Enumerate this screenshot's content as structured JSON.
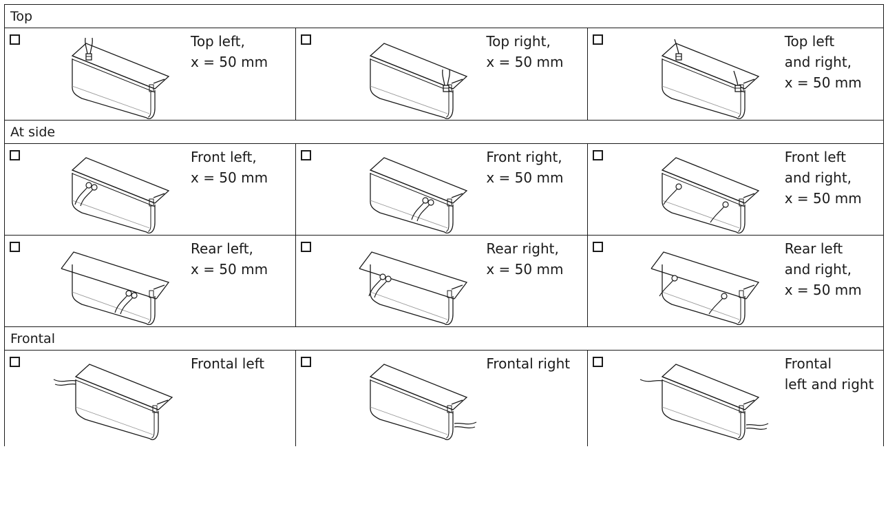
{
  "sections": [
    {
      "title": "Top",
      "rows": [
        [
          {
            "label": "Top left,\nx = 50 mm",
            "variant": "top-left"
          },
          {
            "label": "Top right,\nx = 50 mm",
            "variant": "top-right"
          },
          {
            "label": "Top left\nand right,\nx = 50 mm",
            "variant": "top-both"
          }
        ]
      ]
    },
    {
      "title": "At side",
      "rows": [
        [
          {
            "label": "Front left,\nx = 50 mm",
            "variant": "front-left"
          },
          {
            "label": "Front right,\nx = 50 mm",
            "variant": "front-right"
          },
          {
            "label": "Front left\nand right,\nx = 50 mm",
            "variant": "front-both"
          }
        ],
        [
          {
            "label": "Rear left,\nx = 50 mm",
            "variant": "rear-left"
          },
          {
            "label": "Rear right,\nx = 50 mm",
            "variant": "rear-right"
          },
          {
            "label": "Rear left\nand right,\nx = 50 mm",
            "variant": "rear-both"
          }
        ]
      ]
    },
    {
      "title": "Frontal",
      "rows": [
        [
          {
            "label": "Frontal left",
            "variant": "frontal-left"
          },
          {
            "label": "Frontal right",
            "variant": "frontal-right"
          },
          {
            "label": "Frontal\nleft and right",
            "variant": "frontal-both"
          }
        ]
      ]
    }
  ]
}
